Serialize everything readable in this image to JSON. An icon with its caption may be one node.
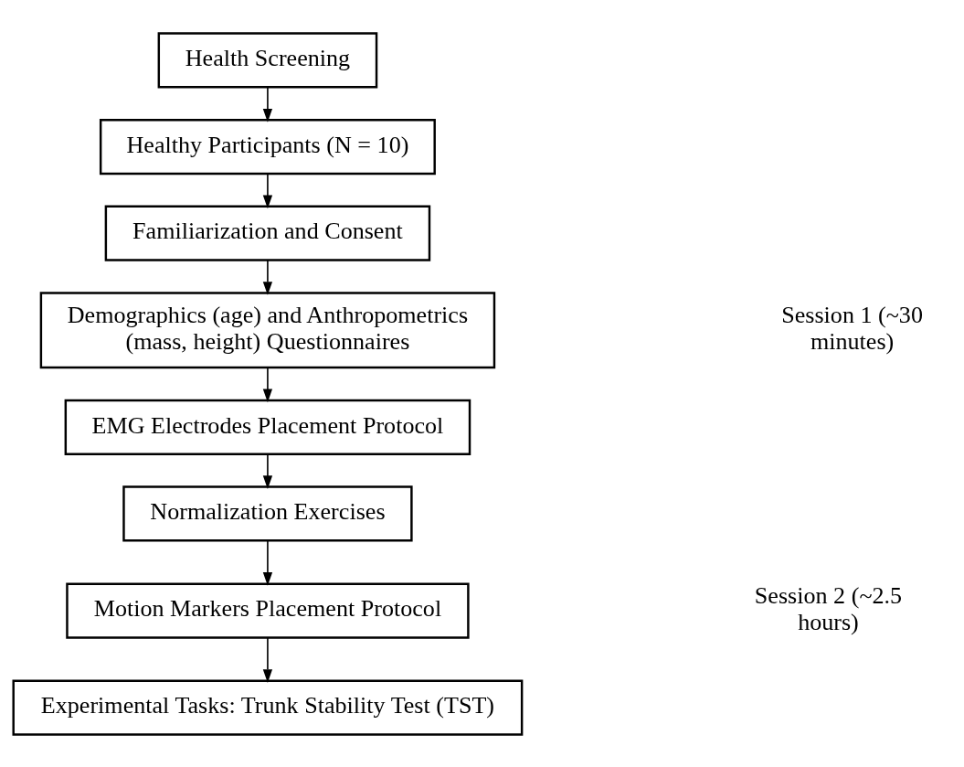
{
  "diagram": {
    "nodes": [
      {
        "text": [
          "Health Screening"
        ]
      },
      {
        "text": [
          "Healthy Participants (N = 10)"
        ]
      },
      {
        "text": [
          "Familiarization and Consent"
        ]
      },
      {
        "text": [
          "Demographics (age) and Anthropometrics (mass, height) Questionnaires"
        ]
      },
      {
        "text": [
          "EMG Electrodes Placement Protocol"
        ]
      },
      {
        "text": [
          "Normalization Exercises"
        ]
      },
      {
        "text": [
          "Motion Markers Placement Protocol"
        ]
      },
      {
        "text": [
          "Experimental Tasks: Trunk Stability Test (TST)"
        ]
      }
    ],
    "edges": [
      {
        "from": 0,
        "to": 1,
        "arrow": "to"
      },
      {
        "from": 1,
        "to": 2,
        "arrow": "to"
      },
      {
        "from": 2,
        "to": 3,
        "arrow": "to"
      },
      {
        "from": 3,
        "to": 4,
        "arrow": "to"
      },
      {
        "from": 4,
        "to": 5,
        "arrow": "to"
      },
      {
        "from": 5,
        "to": 6,
        "arrow": "to"
      },
      {
        "from": 6,
        "to": 7,
        "arrow": "to"
      }
    ],
    "labels": [
      "Session 1 (~30 minutes)",
      "Session 2 (~2.5 hours)"
    ]
  }
}
